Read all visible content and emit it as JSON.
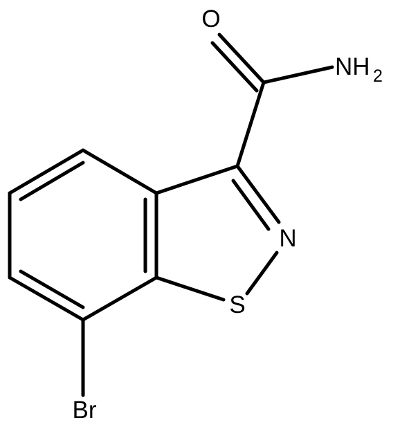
{
  "molecule": {
    "atoms": {
      "O": "O",
      "N": "N",
      "S": "S",
      "Br": "Br",
      "NH": "NH",
      "H_count": "2"
    }
  },
  "colors": {
    "bond": "#000000",
    "label": "#000000",
    "background": "#ffffff"
  }
}
